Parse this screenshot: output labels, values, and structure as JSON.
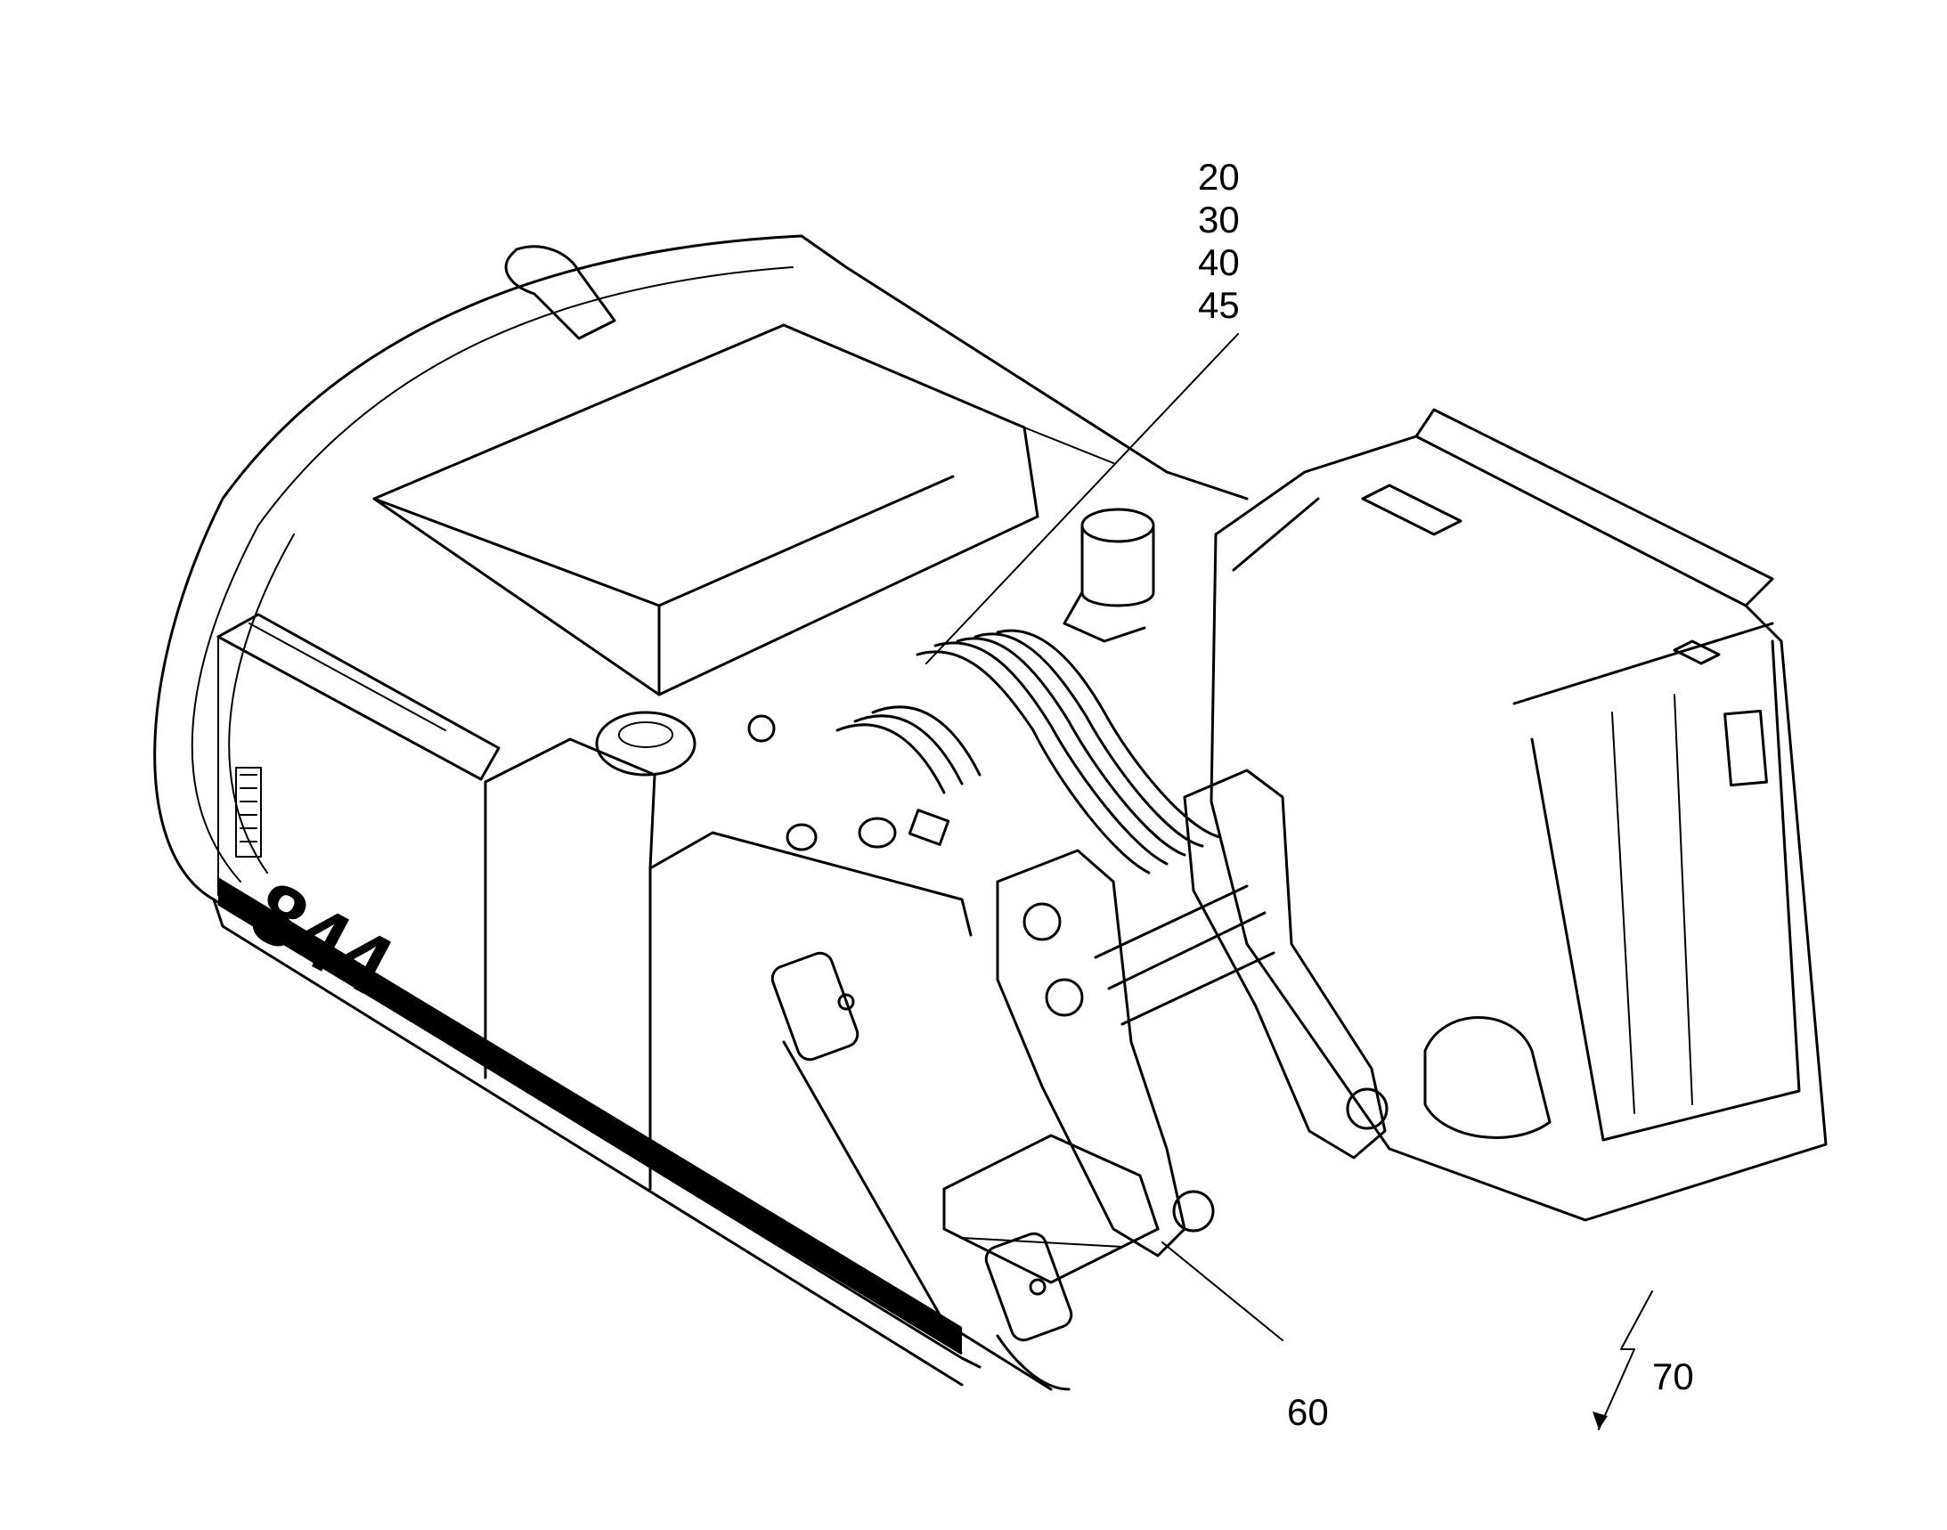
{
  "figure": {
    "model_number": "844",
    "reference_numerals": {
      "label_20": "20",
      "label_30": "30",
      "label_40": "40",
      "label_45": "45",
      "label_60": "60",
      "label_70": "70"
    }
  }
}
